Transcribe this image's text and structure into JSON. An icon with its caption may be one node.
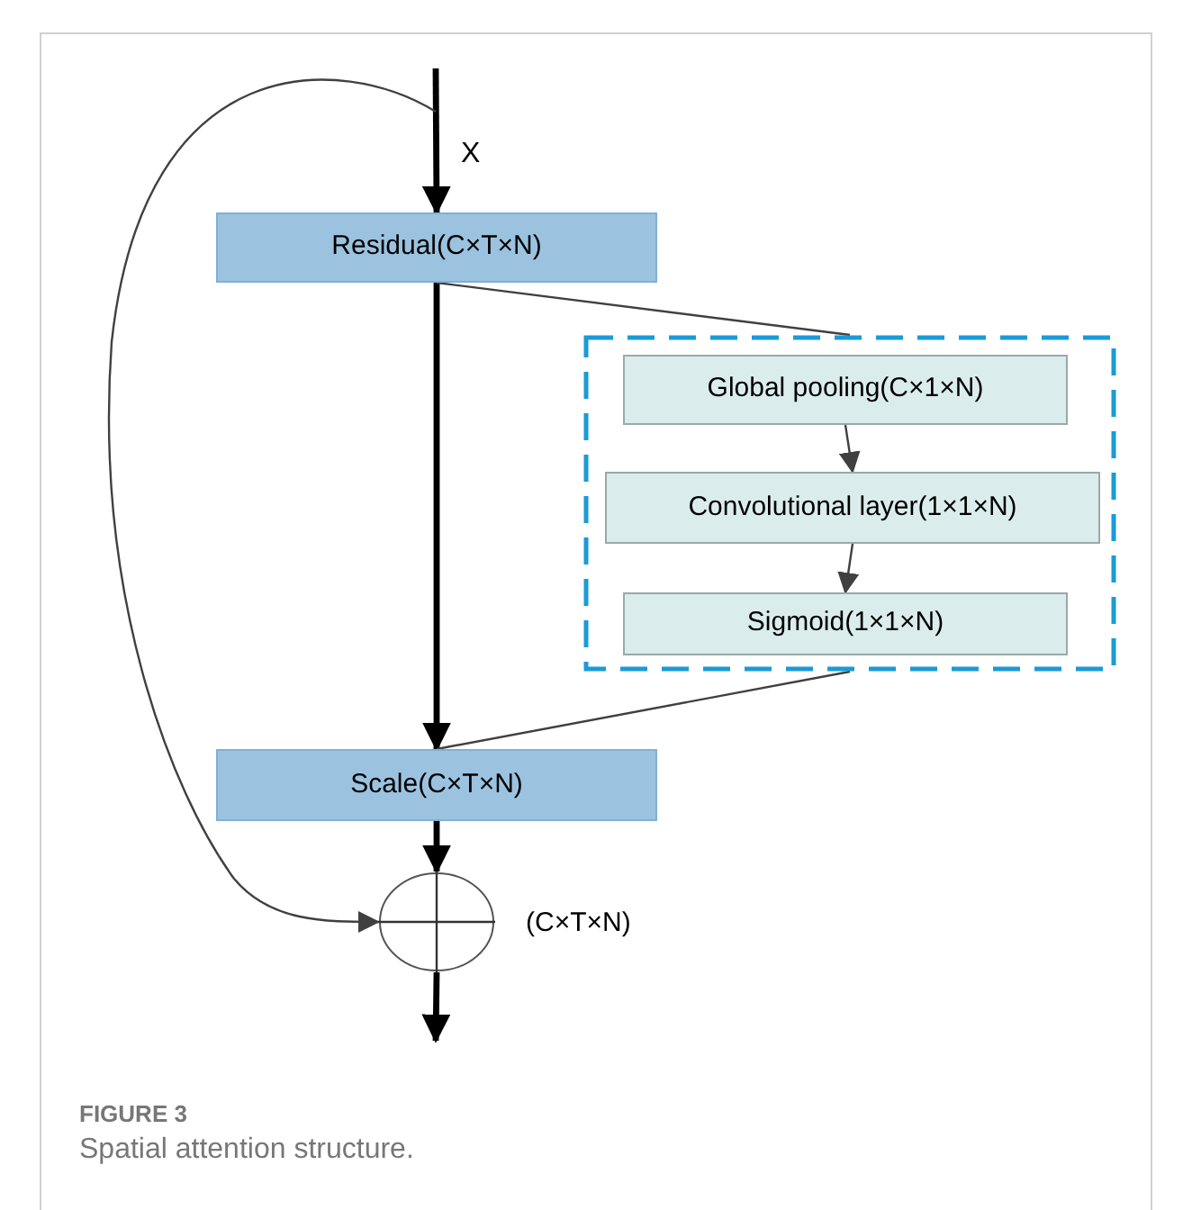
{
  "diagram": {
    "caption": "Spatial attention structure.",
    "nodes": [
      {
        "text": [
          "Residual(C×T×N)"
        ]
      },
      {
        "text": [],
        "shape": "box"
      },
      {
        "text": [
          "Global pooling(C×1×N)"
        ],
        "in": 1
      },
      {
        "text": [
          "Convolutional layer(1×1×N)"
        ],
        "in": 1
      },
      {
        "text": [
          "Sigmoid(1×1×N)"
        ],
        "in": 1
      },
      {
        "text": [
          "Scale(C×T×N)"
        ]
      },
      {
        "text": [],
        "shape": "circle",
        "beside": [
          "(C×T×N)"
        ]
      }
    ],
    "edges": [
      {
        "from": null,
        "to": 0,
        "arrow": "to",
        "label": "X",
        "style": "thick"
      },
      {
        "from": 0,
        "to": 5,
        "arrow": "to",
        "style": "thick"
      },
      {
        "from": 0,
        "to": 1,
        "arrow": "none"
      },
      {
        "from": 2,
        "to": 3,
        "arrow": "to"
      },
      {
        "from": 3,
        "to": 4,
        "arrow": "to"
      },
      {
        "from": 1,
        "to": 5,
        "arrow": "none"
      },
      {
        "from": 5,
        "to": 6,
        "arrow": "to",
        "style": "thick"
      },
      {
        "from": null,
        "to": 6,
        "arrow": "to"
      },
      {
        "from": 6,
        "to": null,
        "arrow": "to",
        "style": "thick"
      }
    ],
    "labels": [
      "FIGURE 3"
    ]
  }
}
